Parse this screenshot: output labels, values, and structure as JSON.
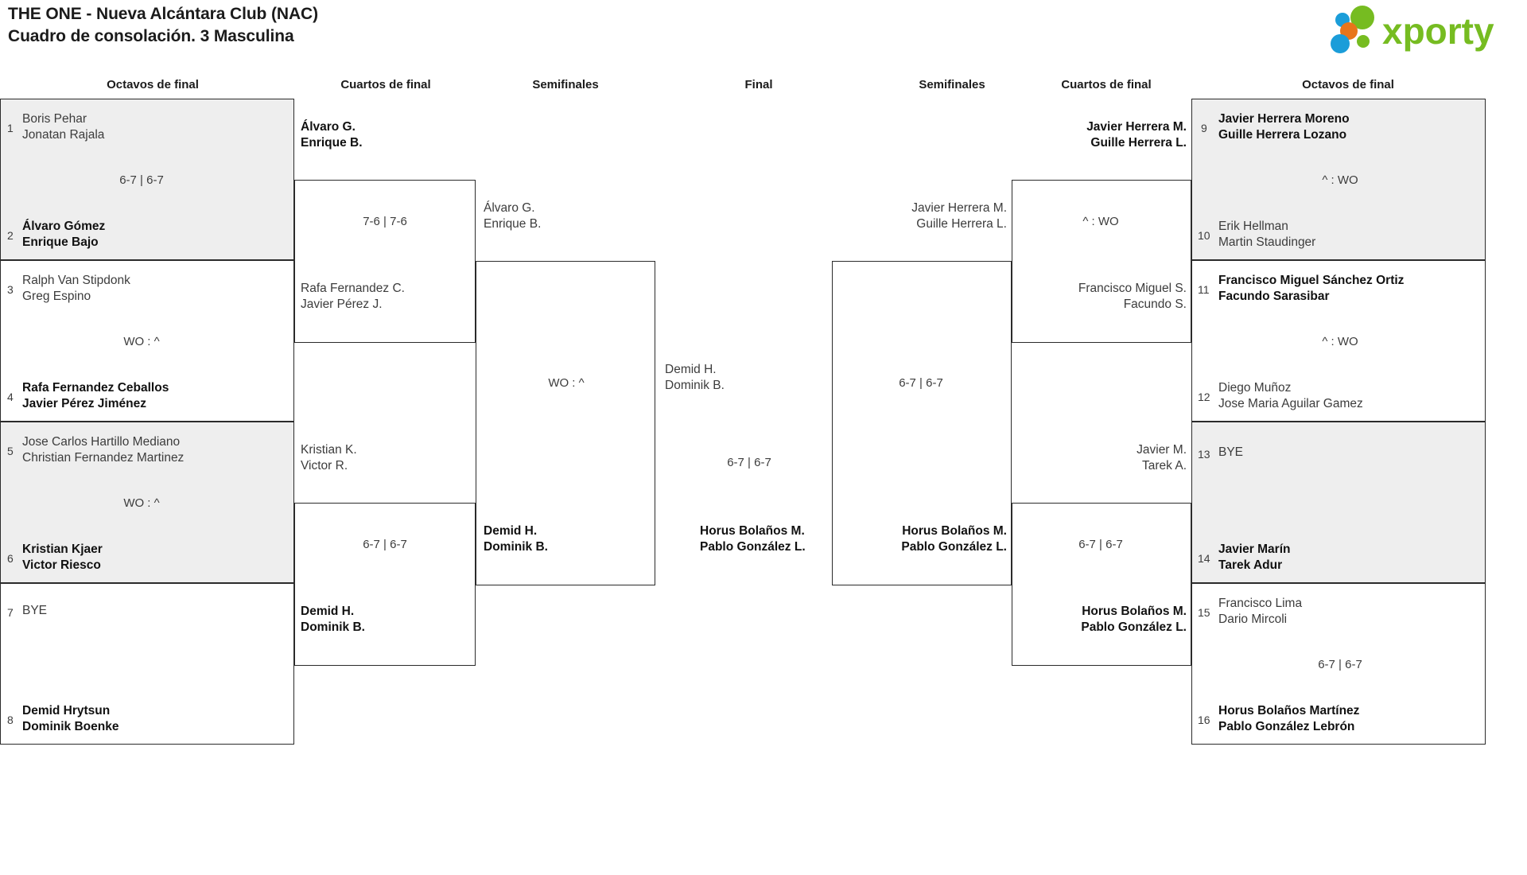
{
  "header": {
    "title_line1": "THE ONE - Nueva Alcántara Club (NAC)",
    "title_line2": "Cuadro de consolación. 3 Masculina",
    "logo_text": "xporty",
    "logo_colors": {
      "green": "#76bc21",
      "blue": "#1b9dd9",
      "orange": "#e8751a"
    }
  },
  "rounds": [
    {
      "label": "Octavos de final"
    },
    {
      "label": "Cuartos de final"
    },
    {
      "label": "Semifinales"
    },
    {
      "label": "Final"
    },
    {
      "label": "Semifinales"
    },
    {
      "label": "Cuartos de final"
    },
    {
      "label": "Octavos de final"
    }
  ],
  "left": {
    "r16": [
      {
        "shaded": true,
        "top": {
          "seed": "1",
          "line1": "Boris Pehar",
          "line2": "Jonatan Rajala",
          "winner": false
        },
        "bottom": {
          "seed": "2",
          "line1": "Álvaro Gómez",
          "line2": "Enrique Bajo",
          "winner": true
        },
        "score": "6-7 | 6-7"
      },
      {
        "shaded": false,
        "top": {
          "seed": "3",
          "line1": "Ralph Van Stipdonk",
          "line2": "Greg Espino",
          "winner": false
        },
        "bottom": {
          "seed": "4",
          "line1": "Rafa Fernandez Ceballos",
          "line2": "Javier Pérez Jiménez",
          "winner": true
        },
        "score": "WO : ^"
      },
      {
        "shaded": true,
        "top": {
          "seed": "5",
          "line1": "Jose Carlos Hartillo Mediano",
          "line2": "Christian Fernandez Martinez",
          "winner": false
        },
        "bottom": {
          "seed": "6",
          "line1": "Kristian Kjaer",
          "line2": "Victor Riesco",
          "winner": true
        },
        "score": "WO : ^"
      },
      {
        "shaded": false,
        "top": {
          "seed": "7",
          "line1": "BYE",
          "line2": "",
          "winner": false
        },
        "bottom": {
          "seed": "8",
          "line1": "Demid Hrytsun",
          "line2": "Dominik Boenke",
          "winner": true
        },
        "score": ""
      }
    ],
    "qf": [
      {
        "top": {
          "line1": "Álvaro G.",
          "line2": "Enrique B.",
          "winner": true
        },
        "bottom": {
          "line1": "Rafa Fernandez C.",
          "line2": "Javier Pérez J.",
          "winner": false
        },
        "score": "7-6 | 7-6"
      },
      {
        "top": {
          "line1": "Kristian K.",
          "line2": "Victor R.",
          "winner": false
        },
        "bottom": {
          "line1": "Demid H.",
          "line2": "Dominik B.",
          "winner": true
        },
        "score": "6-7 | 6-7"
      }
    ],
    "sf": [
      {
        "top": {
          "line1": "Álvaro G.",
          "line2": "Enrique B.",
          "winner": false
        },
        "bottom": {
          "line1": "Demid H.",
          "line2": "Dominik B.",
          "winner": true
        },
        "score": "WO : ^"
      }
    ],
    "final": {
      "top": {
        "line1": "Demid H.",
        "line2": "Dominik B.",
        "winner": false
      },
      "bottom": {
        "line1": "Horus Bolaños M.",
        "line2": "Pablo González L.",
        "winner": true
      },
      "score": "6-7 | 6-7"
    }
  },
  "right": {
    "sf": [
      {
        "top": {
          "line1": "Javier Herrera M.",
          "line2": "Guille Herrera L.",
          "winner": false
        },
        "bottom": {
          "line1": "Horus Bolaños M.",
          "line2": "Pablo González L.",
          "winner": true
        },
        "score": "6-7 | 6-7"
      }
    ],
    "qf": [
      {
        "top": {
          "line1": "Javier Herrera M.",
          "line2": "Guille Herrera L.",
          "winner": true
        },
        "bottom": {
          "line1": "Francisco Miguel S.",
          "line2": "Facundo S.",
          "winner": false
        },
        "score": "^ : WO"
      },
      {
        "top": {
          "line1": "Javier M.",
          "line2": "Tarek A.",
          "winner": false
        },
        "bottom": {
          "line1": "Horus Bolaños M.",
          "line2": "Pablo González L.",
          "winner": true
        },
        "score": "6-7 | 6-7"
      }
    ],
    "r16": [
      {
        "shaded": true,
        "top": {
          "seed": "9",
          "line1": "Javier Herrera Moreno",
          "line2": "Guille Herrera Lozano",
          "winner": true
        },
        "bottom": {
          "seed": "10",
          "line1": "Erik Hellman",
          "line2": "Martin Staudinger",
          "winner": false
        },
        "score": "^ : WO"
      },
      {
        "shaded": false,
        "top": {
          "seed": "11",
          "line1": "Francisco Miguel Sánchez Ortiz",
          "line2": "Facundo Sarasibar",
          "winner": true
        },
        "bottom": {
          "seed": "12",
          "line1": "Diego Muñoz",
          "line2": "Jose Maria Aguilar Gamez",
          "winner": false
        },
        "score": "^ : WO"
      },
      {
        "shaded": true,
        "top": {
          "seed": "13",
          "line1": "BYE",
          "line2": "",
          "winner": false
        },
        "bottom": {
          "seed": "14",
          "line1": "Javier Marín",
          "line2": "Tarek Adur",
          "winner": true
        },
        "score": ""
      },
      {
        "shaded": false,
        "top": {
          "seed": "15",
          "line1": "Francisco Lima",
          "line2": "Dario Mircoli",
          "winner": false
        },
        "bottom": {
          "seed": "16",
          "line1": "Horus Bolaños Martínez",
          "line2": "Pablo González Lebrón",
          "winner": true
        },
        "score": "6-7 | 6-7"
      }
    ]
  }
}
